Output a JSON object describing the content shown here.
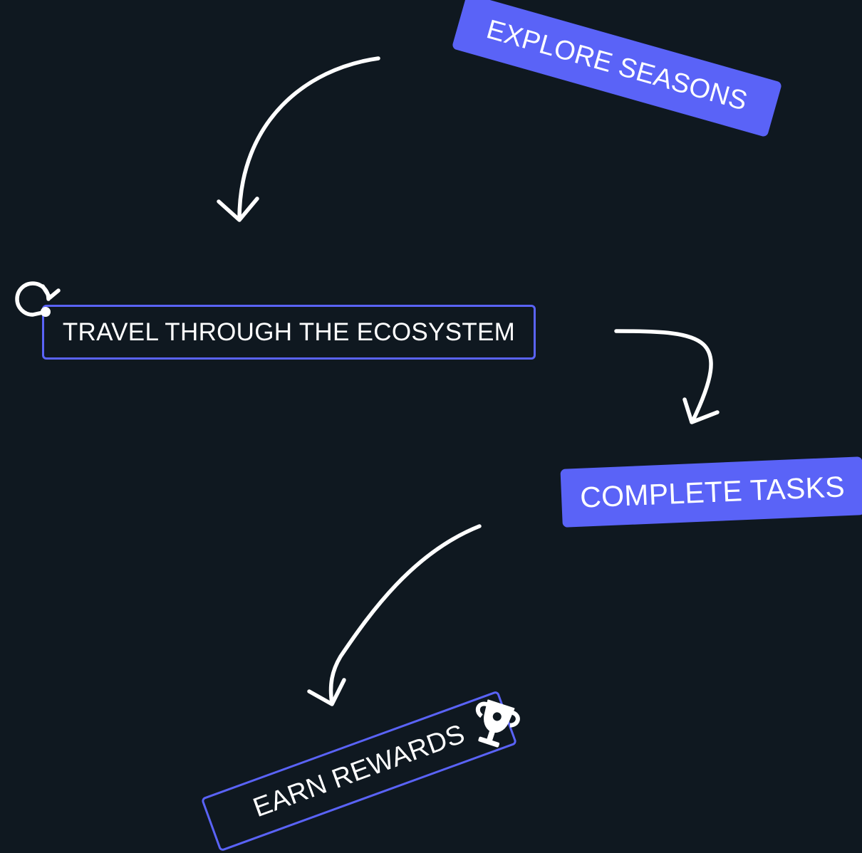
{
  "diagram": {
    "steps": [
      {
        "label": "EXPLORE SEASONS",
        "style": "filled"
      },
      {
        "label": "TRAVEL THROUGH THE ECOSYSTEM",
        "style": "outlined"
      },
      {
        "label": "COMPLETE TASKS",
        "style": "filled"
      },
      {
        "label": "EARN REWARDS",
        "style": "outlined"
      }
    ],
    "icons": {
      "travel": "replay-icon",
      "earn": "trophy-icon"
    },
    "colors": {
      "background": "#0f1820",
      "accent": "#5a63f7",
      "text": "#ffffff",
      "arrow": "#ffffff"
    }
  }
}
